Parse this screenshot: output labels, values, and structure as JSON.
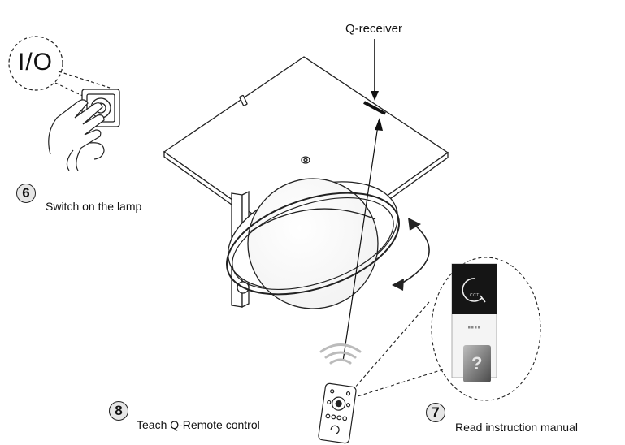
{
  "switch_callout": {
    "label": "I/O"
  },
  "steps": [
    {
      "number": "6",
      "text": "Switch on the lamp"
    },
    {
      "number": "7",
      "text": "Read instruction manual"
    },
    {
      "number": "8",
      "text": "Teach Q-Remote control"
    }
  ],
  "receiver": {
    "label": "Q-receiver"
  },
  "manual": {
    "badge_text": "CCT"
  }
}
